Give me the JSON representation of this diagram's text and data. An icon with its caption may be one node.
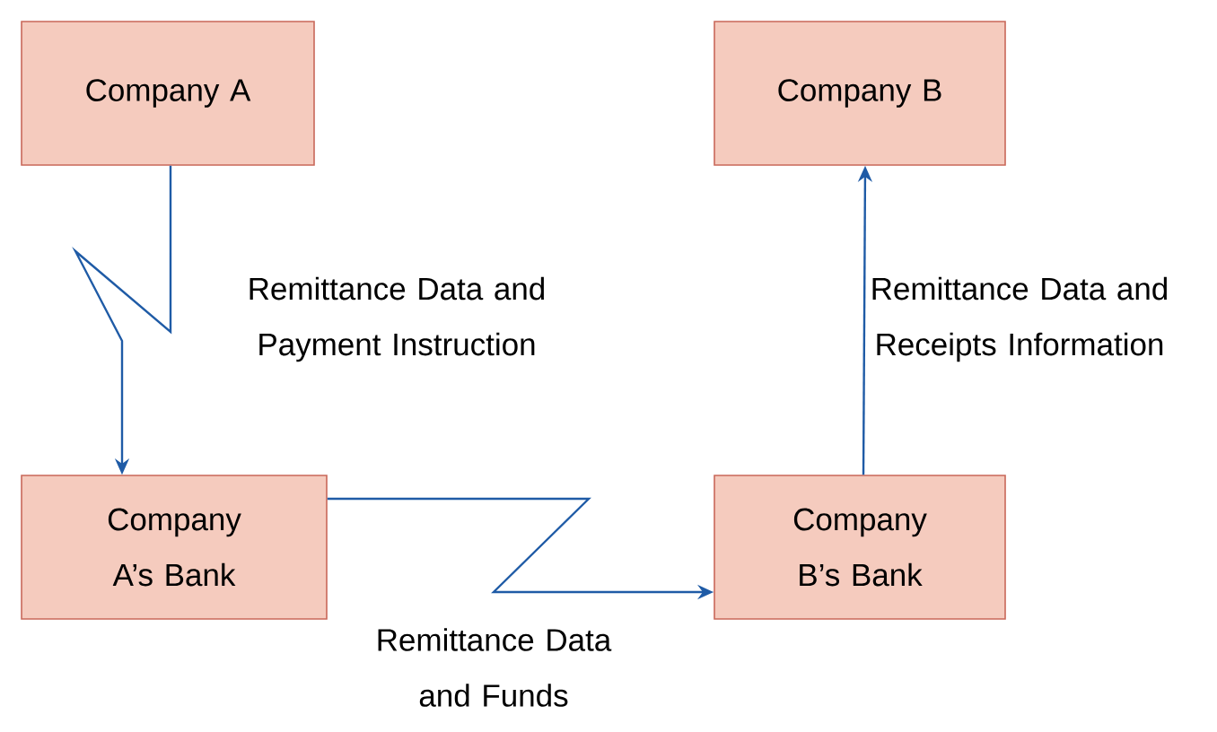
{
  "diagram": {
    "nodes": [
      {
        "text": [
          "Company A"
        ]
      },
      {
        "text": [
          "Company B"
        ]
      },
      {
        "text": [
          "Company A’s Bank"
        ]
      },
      {
        "text": [
          "Company B’s Bank"
        ]
      }
    ],
    "edges": [
      {
        "from": 0,
        "to": 2,
        "arrow": "to",
        "label": "Remittance Data and Payment Instruction"
      },
      {
        "from": 2,
        "to": 3,
        "arrow": "to",
        "label": "Remittance Data and Funds"
      },
      {
        "from": 3,
        "to": 1,
        "arrow": "to",
        "label": "Remittance Data and Receipts Information"
      }
    ]
  }
}
